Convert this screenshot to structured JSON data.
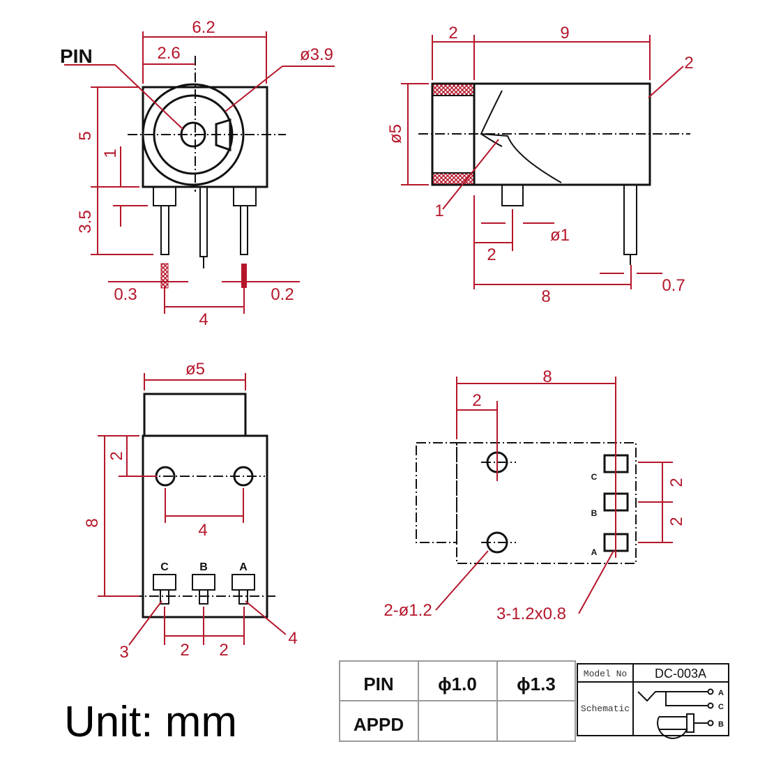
{
  "front_view": {
    "pin_label": "PIN",
    "width": "6.2",
    "pin_offset": "2.6",
    "diameter": "ø3.9",
    "height": "5",
    "offset": "1",
    "pin_length": "3.5",
    "pin_thickness_left": "0.3",
    "pin_thickness_right": "0.2",
    "pin_spacing": "4"
  },
  "side_view": {
    "cap_length": "2",
    "body_length": "9",
    "diameter": "ø5",
    "callout_2": "2",
    "callout_1": "1",
    "pin_diameter": "ø1",
    "pin_offset": "2",
    "pin_distance": "8",
    "pin_thickness": "0.7"
  },
  "bottom_view": {
    "diameter": "ø5",
    "height": "8",
    "hole_offset": "2",
    "hole_spacing": "4",
    "pin_labels": [
      "C",
      "B",
      "A"
    ],
    "callout_3": "3",
    "callout_4": "4",
    "spacing_left": "2",
    "spacing_right": "2"
  },
  "footprint_view": {
    "width": "8",
    "hole_offset": "2",
    "pad_spacing_1": "2",
    "pad_spacing_2": "2",
    "pad_labels": [
      "C",
      "B",
      "A"
    ],
    "holes_note": "2-ø1.2",
    "pads_note": "3-1.2x0.8"
  },
  "pin_table": {
    "headers": [
      "PIN",
      "ϕ1.0",
      "ϕ1.3"
    ],
    "row_label": "APPD"
  },
  "model_table": {
    "model_label": "Model No",
    "model_value": "DC-003A",
    "schematic_label": "Schematic",
    "schematic_pins": [
      "A",
      "C",
      "B"
    ]
  },
  "unit_note": "Unit: mm",
  "colors": {
    "dimension": "#b5162a",
    "outline": "#111111"
  }
}
